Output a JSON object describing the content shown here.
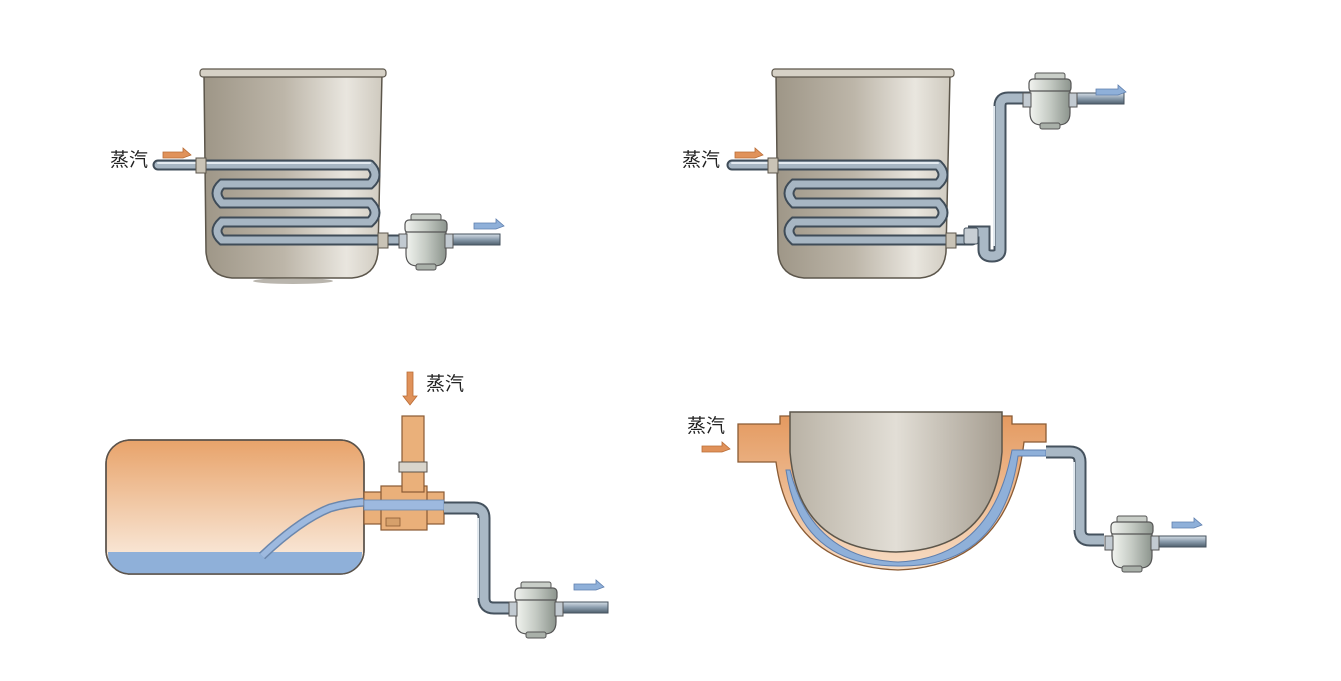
{
  "panels": [
    {
      "id": "coil-tank-trap-low",
      "steam_label": "蒸汽"
    },
    {
      "id": "coil-tank-lift-trap",
      "steam_label": "蒸汽"
    },
    {
      "id": "horizontal-tank-jacket",
      "steam_label": "蒸汽"
    },
    {
      "id": "jacketed-kettle",
      "steam_label": "蒸汽"
    }
  ],
  "colors": {
    "steam": "#e0925a",
    "condensate": "#8fb0d9",
    "pipe": "#9aacbc",
    "tank": "#a9a193"
  },
  "icons": [
    "steam-arrow-icon",
    "condensate-arrow-icon",
    "steam-trap-icon"
  ]
}
